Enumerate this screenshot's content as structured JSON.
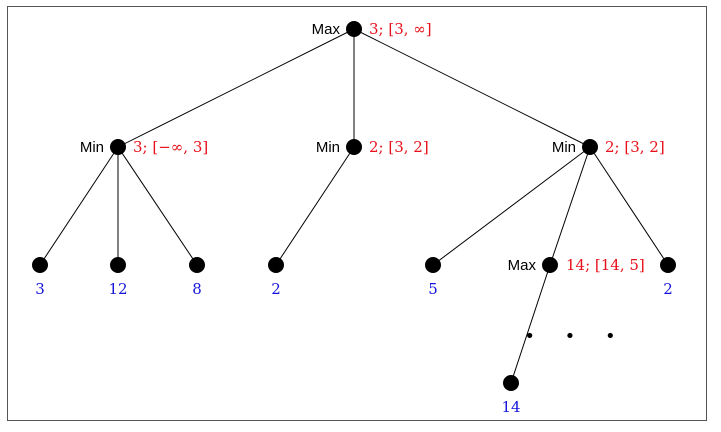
{
  "header_fragment": "",
  "nodes": {
    "root": {
      "label": "Max",
      "annotation": "3; [3, ∞]"
    },
    "min_left": {
      "label": "Min",
      "annotation": "3; [−∞, 3]"
    },
    "min_mid": {
      "label": "Min",
      "annotation": "2; [3, 2]"
    },
    "min_right": {
      "label": "Min",
      "annotation": "2; [3, 2]"
    },
    "max_inner": {
      "label": "Max",
      "annotation": "14; [14, 5]"
    }
  },
  "leaves": {
    "l1": "3",
    "l2": "12",
    "l3": "8",
    "l4": "2",
    "l5": "5",
    "l6": "2",
    "l7": "14"
  },
  "ellipsis": "• • •",
  "colors": {
    "annotation": "#e8101a",
    "leaf_value": "#1414dc",
    "node": "#000000"
  }
}
